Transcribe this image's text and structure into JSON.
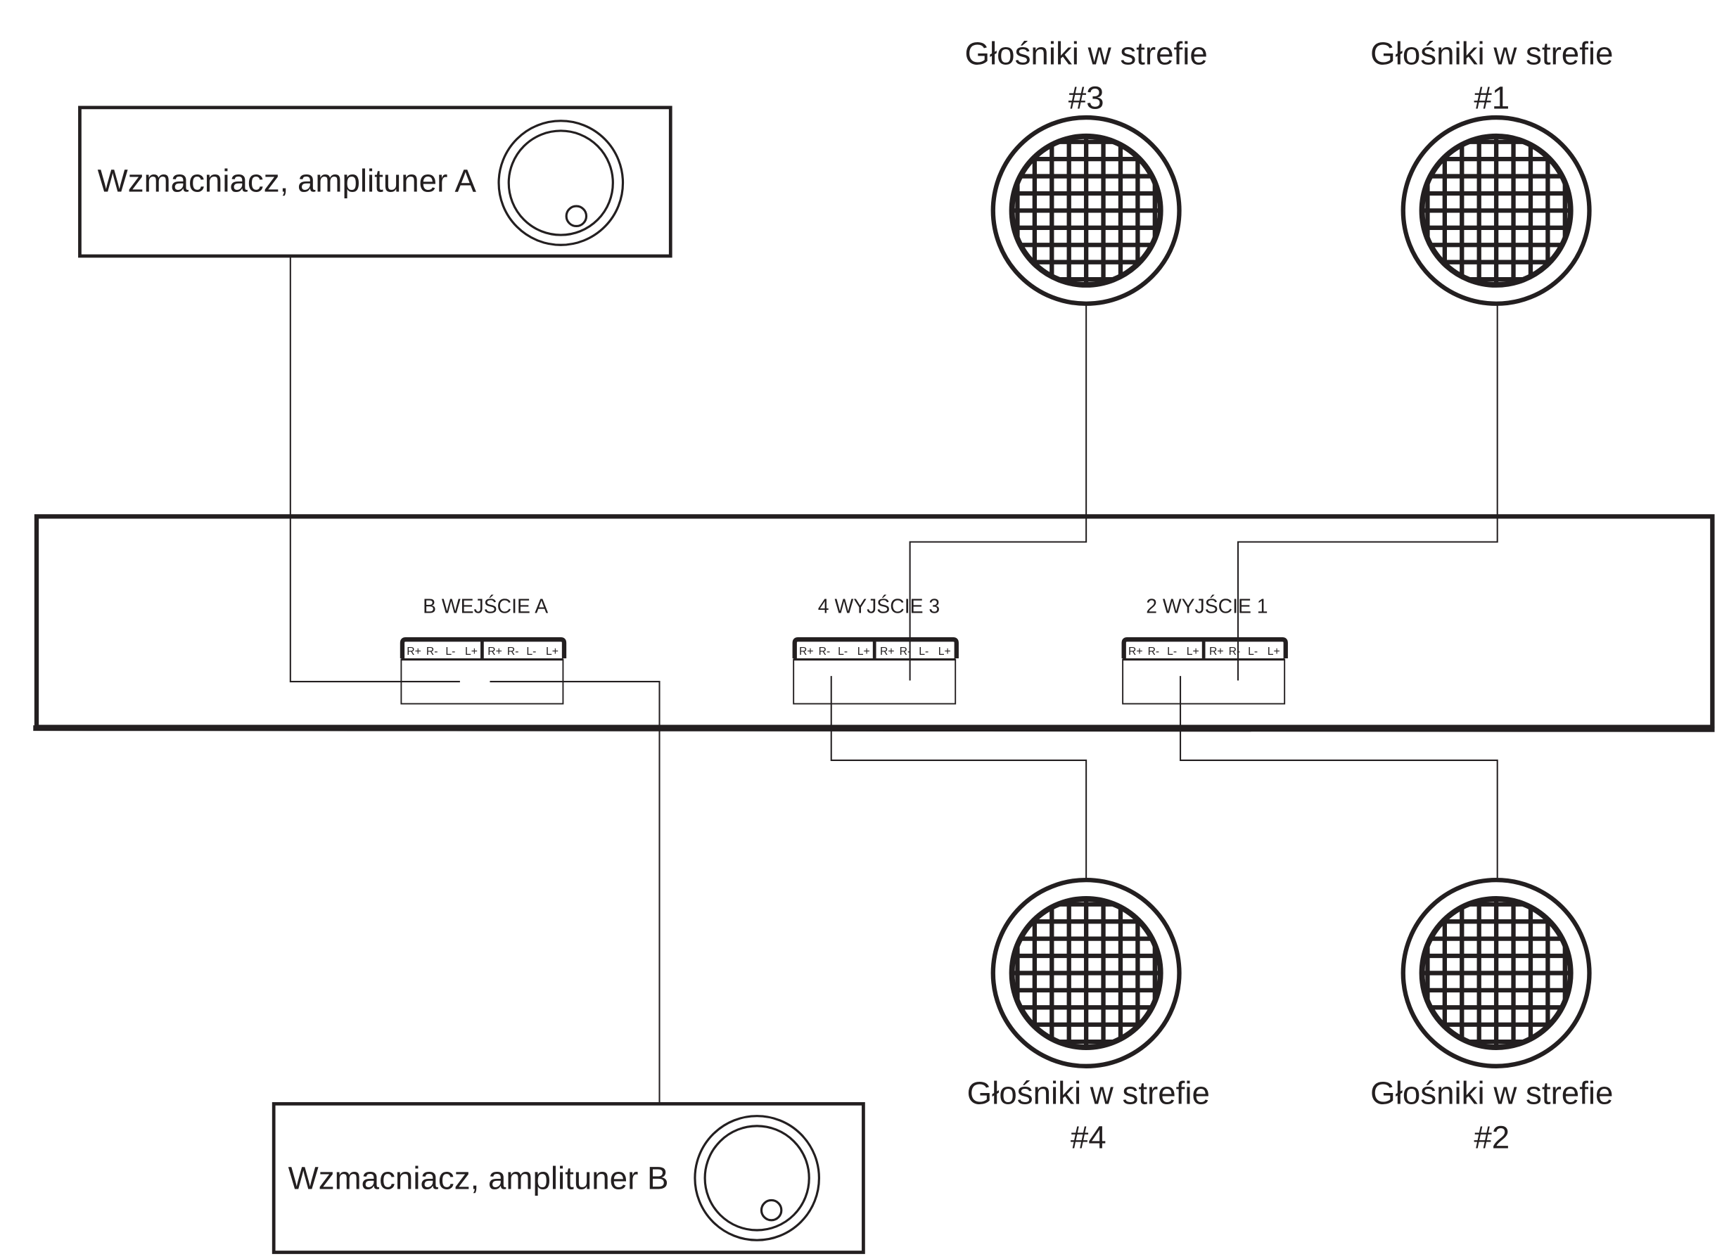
{
  "amplifiers": [
    {
      "label": "Wzmacniacz, amplituner A"
    },
    {
      "label": "Wzmacniacz, amplituner B"
    }
  ],
  "speakers": [
    {
      "label": "Głośniki w strefie",
      "zone": "#3"
    },
    {
      "label": "Głośniki w strefie",
      "zone": "#1"
    },
    {
      "label": "Głośniki w strefie",
      "zone": "#4"
    },
    {
      "label": "Głośniki w strefie",
      "zone": "#2"
    }
  ],
  "connectors": [
    {
      "label": "B WEJŚCIE A",
      "terminals": [
        "R+",
        "R-",
        "L-",
        "L+",
        "R+",
        "R-",
        "L-",
        "L+"
      ]
    },
    {
      "label": "4 WYJŚCIE 3",
      "terminals": [
        "R+",
        "R-",
        "L-",
        "L+",
        "R+",
        "R-",
        "L-",
        "L+"
      ]
    },
    {
      "label": "2 WYJŚCIE 1",
      "terminals": [
        "R+",
        "R-",
        "L-",
        "L+",
        "R+",
        "R-",
        "L-",
        "L+"
      ]
    }
  ]
}
